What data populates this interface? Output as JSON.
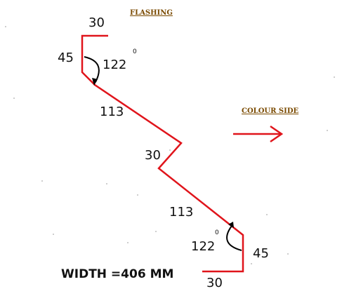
{
  "title": "FLASHING",
  "colour_side_label": "COLOUR SIDE",
  "width_label": "WIDTH =406 MM",
  "colors": {
    "profile": "#e0141b",
    "arrow": "#e0141b",
    "title_text": "#7a4a00",
    "arc": "#000000"
  },
  "dimensions": {
    "top_flange": "30",
    "top_return": "45",
    "top_angle": "122",
    "top_angle_unit": "0",
    "upper_slope": "113",
    "middle_step": "30",
    "lower_slope": "113",
    "bottom_angle": "122",
    "bottom_angle_unit": "0",
    "bottom_return": "45",
    "bottom_flange": "30"
  }
}
